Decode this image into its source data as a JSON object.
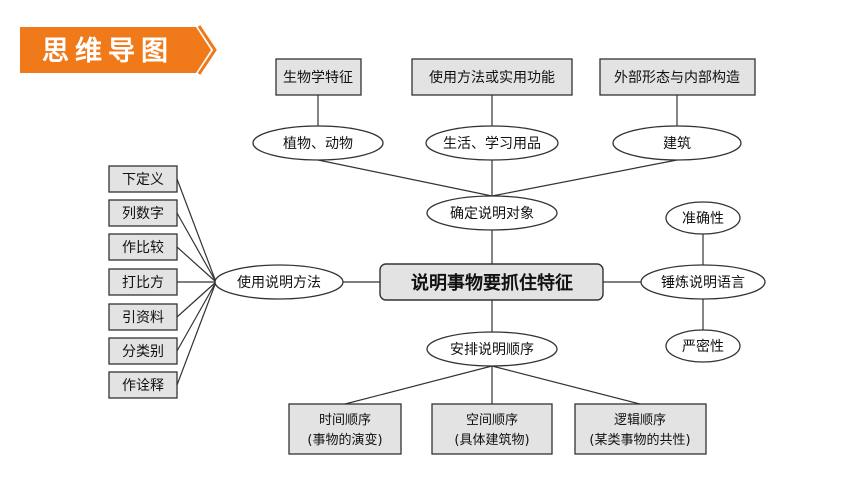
{
  "header": {
    "title": "思维导图",
    "accent_color": "#f07a1a"
  },
  "mind_map": {
    "center": "说明事物要抓住特征",
    "branches": {
      "object": "确定说明对象",
      "method": "使用说明方法",
      "language": "锤炼说明语言",
      "order": "安排说明顺序"
    },
    "object_types": [
      "植物、动物",
      "生活、学习用品",
      "建筑"
    ],
    "object_features": [
      "生物学特征",
      "使用方法或实用功能",
      "外部形态与内部构造"
    ],
    "methods": [
      "下定义",
      "列数字",
      "作比较",
      "打比方",
      "引资料",
      "分类别",
      "作诠释"
    ],
    "language_qualities": [
      "准确性",
      "严密性"
    ],
    "orders": [
      {
        "name": "时间顺序",
        "note": "(事物的演变)"
      },
      {
        "name": "空间顺序",
        "note": "(具体建筑物)"
      },
      {
        "name": "逻辑顺序",
        "note": "(某类事物的共性)"
      }
    ]
  }
}
